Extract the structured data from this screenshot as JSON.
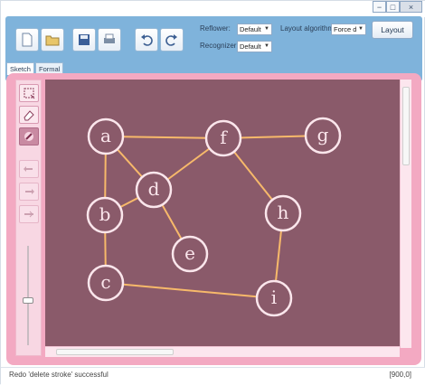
{
  "titlebar": {
    "close_glyph": "×",
    "maximize_glyph": "□",
    "minimize_glyph": "−"
  },
  "toolbar": {
    "buttons": [
      {
        "icon": "new-document-icon"
      },
      {
        "icon": "open-folder-icon"
      },
      {
        "icon": "save-icon"
      },
      {
        "icon": "print-icon"
      },
      {
        "icon": "undo-icon"
      },
      {
        "icon": "redo-icon"
      }
    ],
    "reflower_label": "Reflower:",
    "reflower_value": "Default",
    "recognizer_label": "Recognizer:",
    "recognizer_value": "Default",
    "layout_algorithm_label": "Layout algorithm:",
    "layout_algorithm_value": "Force d",
    "layout_button": "Layout"
  },
  "tabs": [
    {
      "label": "Sketch",
      "active": true
    },
    {
      "label": "Formal",
      "active": false
    }
  ],
  "side_tools": [
    {
      "icon": "selection-icon",
      "state": "normal"
    },
    {
      "icon": "eraser-icon",
      "state": "normal"
    },
    {
      "icon": "pen-icon",
      "state": "active"
    },
    {
      "icon": "undo-stroke-icon",
      "state": "disabled"
    },
    {
      "icon": "redo-stroke-icon",
      "state": "disabled"
    },
    {
      "icon": "clear-stroke-icon",
      "state": "disabled"
    }
  ],
  "graph": {
    "nodes": [
      "a",
      "b",
      "c",
      "d",
      "e",
      "f",
      "g",
      "h",
      "i"
    ],
    "edges": [
      [
        "a",
        "f"
      ],
      [
        "a",
        "b"
      ],
      [
        "a",
        "d"
      ],
      [
        "b",
        "d"
      ],
      [
        "b",
        "c"
      ],
      [
        "d",
        "f"
      ],
      [
        "d",
        "e"
      ],
      [
        "f",
        "g"
      ],
      [
        "f",
        "h"
      ],
      [
        "h",
        "i"
      ],
      [
        "c",
        "i"
      ]
    ]
  },
  "status": {
    "message": "Redo 'delete stroke' successful",
    "coordinates": "[900,0]"
  },
  "colors": {
    "canvas": "#8a5a6a",
    "frame": "#f3a9c2",
    "node_stroke": "#fbe6ec",
    "edge": "#f7b96a",
    "ribbon": "#7fb3db"
  }
}
